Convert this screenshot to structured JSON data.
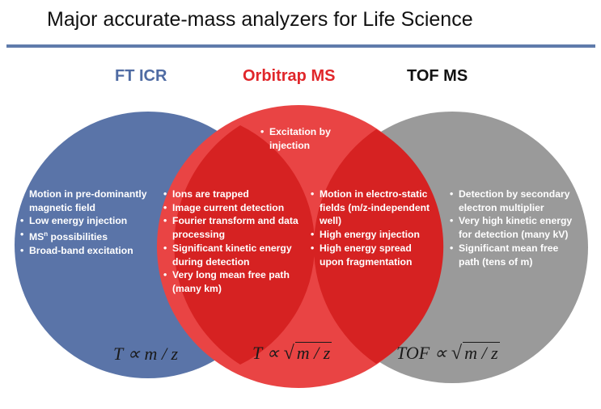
{
  "title": "Major accurate-mass analyzers for Life Science",
  "colors": {
    "ftIcr": "#5a74a8",
    "orbitrap": "#e82c2c",
    "tof": "#9a9a9a",
    "rule": "#5f7bab"
  },
  "analyzers": {
    "ft_icr": {
      "name": "FT ICR",
      "features": [
        "Motion in pre-dominantly magnetic field",
        "Low energy injection",
        "MS",
        "Broad-band excitation"
      ],
      "msn_sup": "n",
      "msn_tail": " possibilities",
      "formula": "T ∝ m / z"
    },
    "orbitrap": {
      "name": "Orbitrap MS",
      "top_feature": "Excitation by injection",
      "formula_left": "T ∝ ",
      "formula_radicand": "m / z"
    },
    "tof": {
      "name": "TOF MS",
      "features": [
        "Detection by secondary electron multiplier",
        "Very high kinetic energy for detection (many kV)",
        "Significant mean free path (tens of m)"
      ],
      "formula_left": "TOF ∝ ",
      "formula_radicand": "m / z"
    }
  },
  "shared": {
    "ft_icr_orbitrap": [
      "Ions are trapped",
      "Image current detection",
      "Fourier transform and data processing",
      "Significant kinetic energy during detection",
      "Very long mean free path (many km)"
    ],
    "orbitrap_tof": [
      "Motion in electro-static fields (m/z-independent well)",
      "High energy injection",
      "High energy spread upon fragmentation"
    ]
  }
}
